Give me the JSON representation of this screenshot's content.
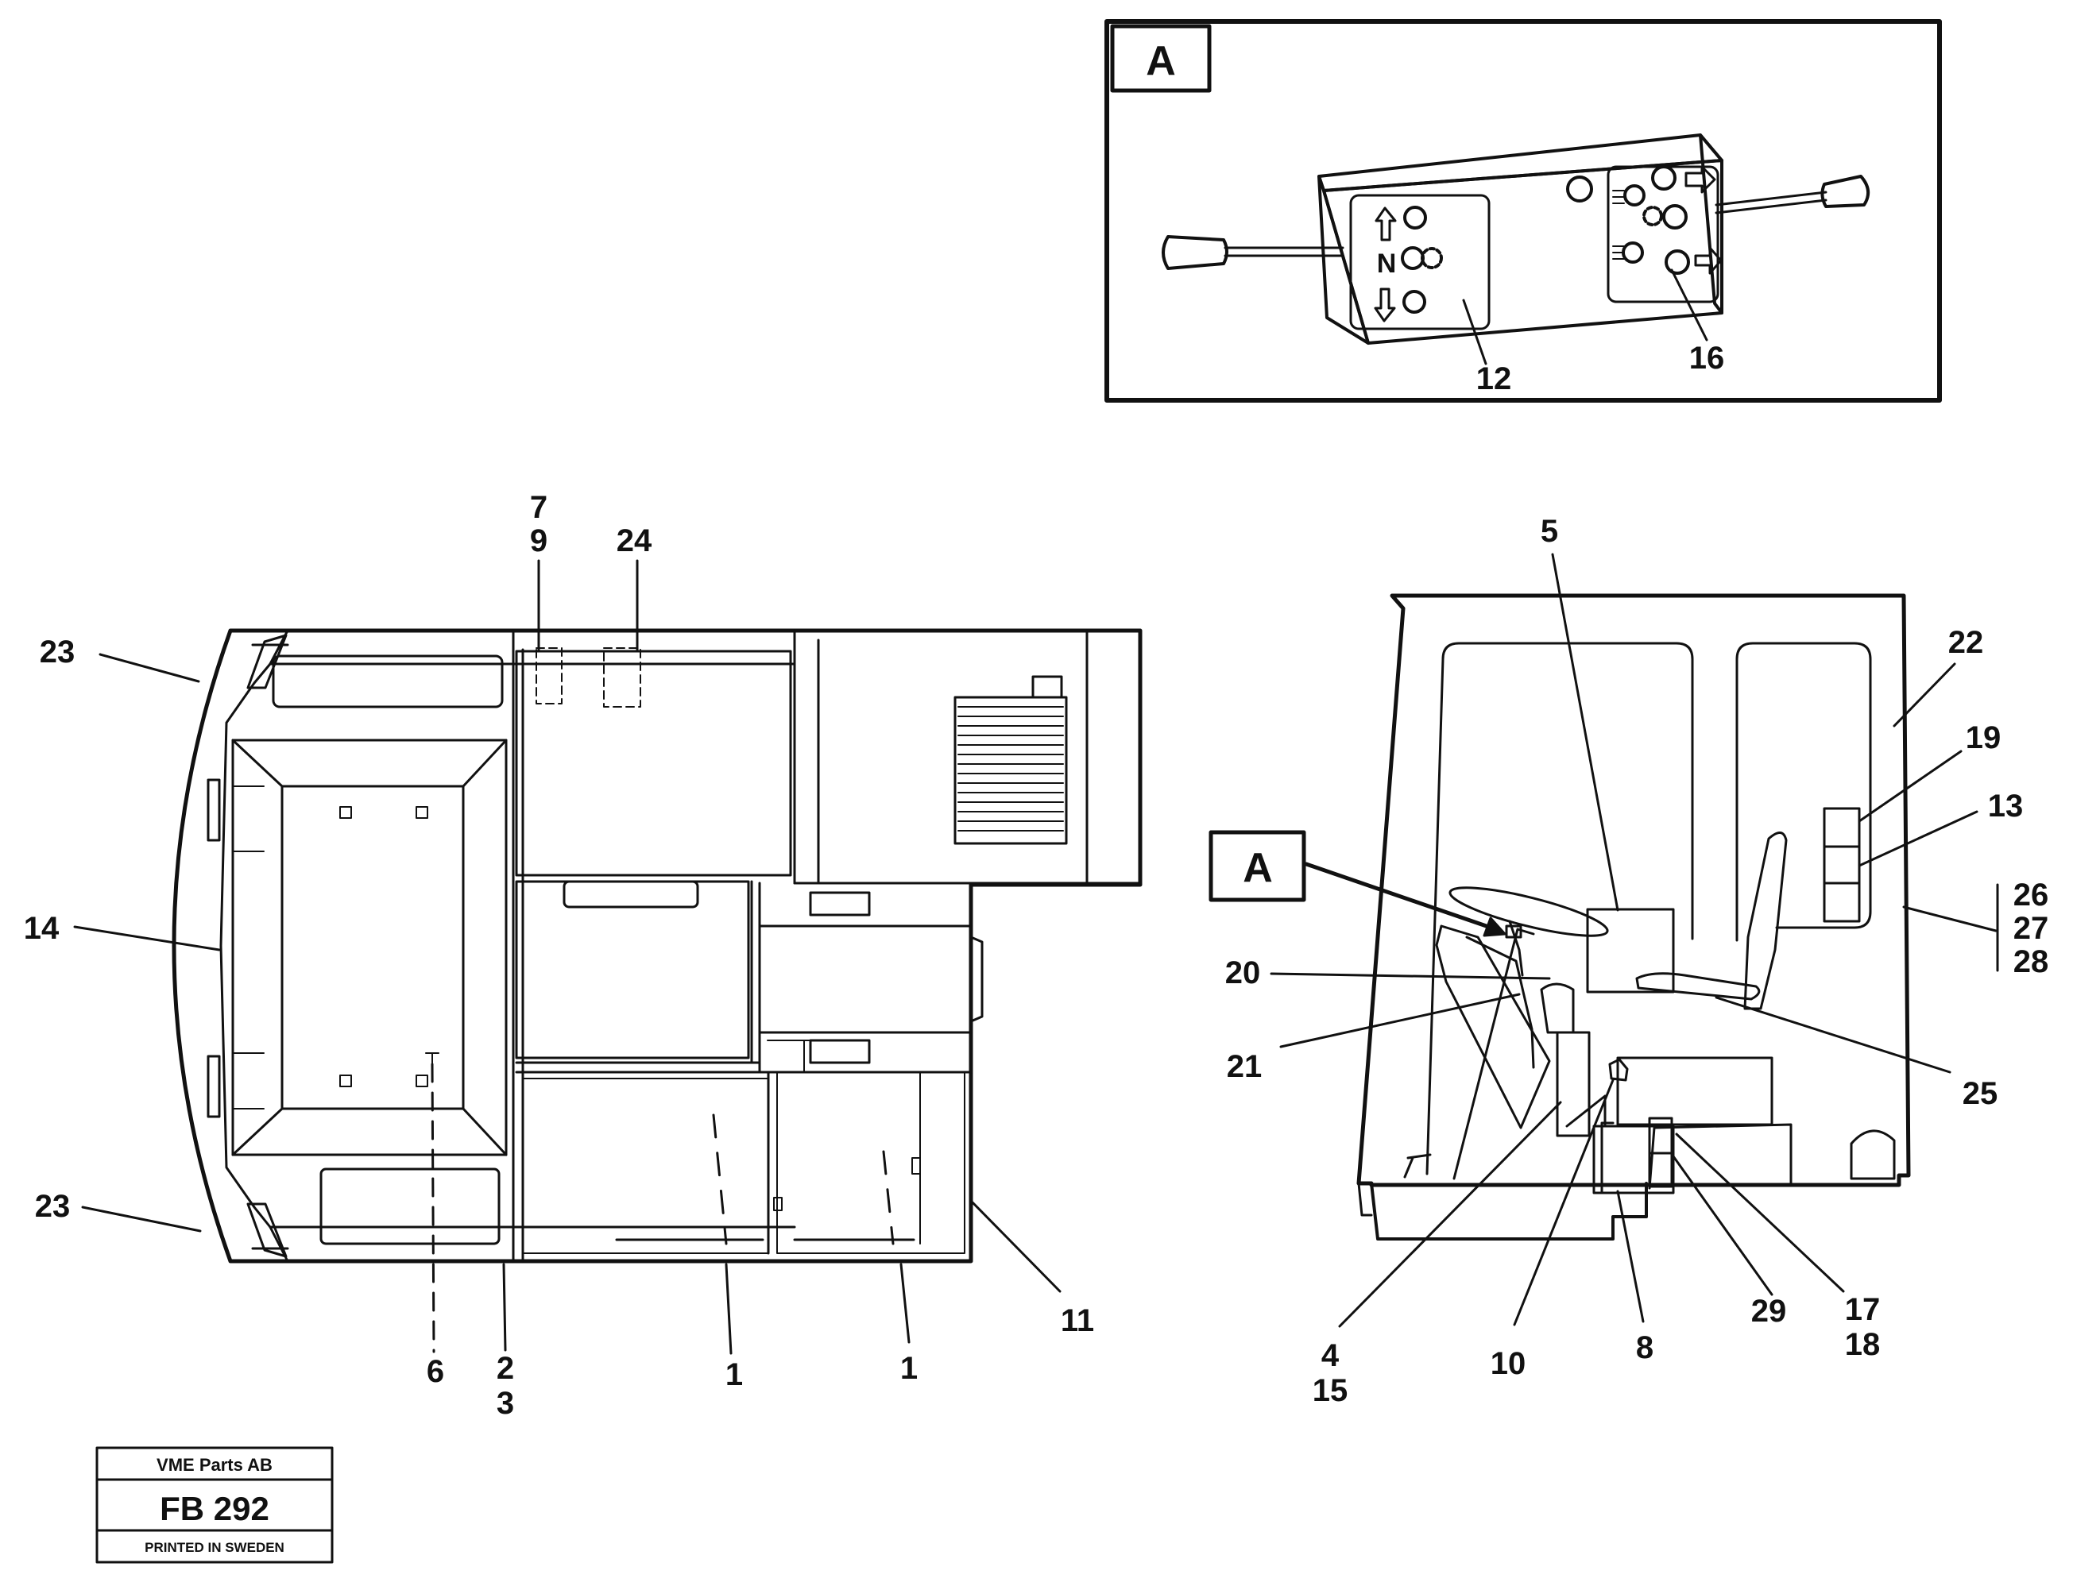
{
  "detail_view": {
    "label": "A",
    "panel_glyph": "N",
    "callouts": [
      "12",
      "16"
    ]
  },
  "top_view": {
    "callouts": [
      "7",
      "9",
      "24",
      "23",
      "14",
      "23",
      "6",
      "2",
      "3",
      "1",
      "1",
      "11"
    ]
  },
  "side_view": {
    "label": "A",
    "callouts": [
      "5",
      "22",
      "19",
      "13",
      "26",
      "27",
      "28",
      "20",
      "21",
      "25",
      "4",
      "15",
      "10",
      "8",
      "29",
      "17",
      "18"
    ]
  },
  "stamp": {
    "company": "VME Parts AB",
    "code": "FB 292",
    "note": "PRINTED IN SWEDEN"
  }
}
